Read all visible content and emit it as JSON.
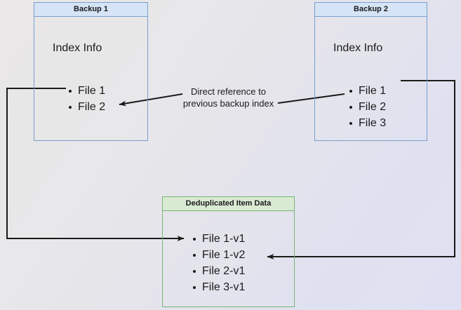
{
  "diagram": {
    "background_start": "#e9e7e7",
    "background_end": "#dfe1f2",
    "line_color": "#1a1a1a"
  },
  "nodes": [
    {
      "id": "backup1",
      "title": "Backup 1",
      "subtitle": "Index Info",
      "accent": "#7a9fcf",
      "header_fill": "#d6e4f7",
      "items": [
        "File 1",
        "File 2"
      ]
    },
    {
      "id": "backup2",
      "title": "Backup 2",
      "subtitle": "Index Info",
      "accent": "#7a9fcf",
      "header_fill": "#d6e4f7",
      "items": [
        "File 1",
        "File 2",
        "File 3"
      ]
    },
    {
      "id": "dedup",
      "title": "Deduplicated Item Data",
      "accent": "#76b474",
      "header_fill": "#d9ead3",
      "items": [
        "File 1-v1",
        "File 1-v2",
        "File 2-v1",
        "File 3-v1"
      ]
    }
  ],
  "annotations": {
    "center_label_line1": "Direct reference to",
    "center_label_line2": "previous backup index"
  }
}
